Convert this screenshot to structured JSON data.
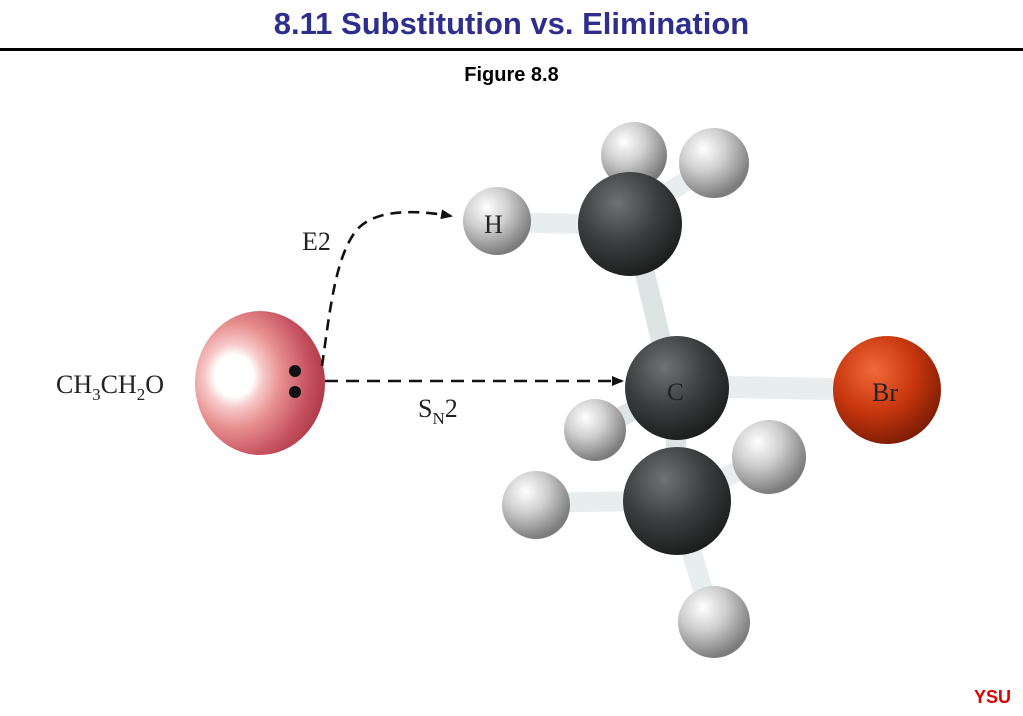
{
  "slide": {
    "title": "8.11 Substitution vs. Elimination",
    "figure_caption": "Figure 8.8",
    "footer": "YSU"
  },
  "diagram": {
    "nucleophile": {
      "prefix": "CH",
      "sub1": "3",
      "middle": "CH",
      "sub2": "2",
      "suffix": "O"
    },
    "pathways": {
      "e2_label": "E2",
      "sn2_main": "S",
      "sn2_sub": "N",
      "sn2_tail": "2"
    },
    "atoms": {
      "hydrogen_label": "H",
      "carbon_label": "C",
      "bromine_label": "Br"
    }
  },
  "colors": {
    "title": "#2e2e8f",
    "footer": "#e00000",
    "oxygen": "#c0394a",
    "carbon": "#3a3d3d",
    "hydrogen": "#c8c8c8",
    "bromine": "#c8360e"
  }
}
